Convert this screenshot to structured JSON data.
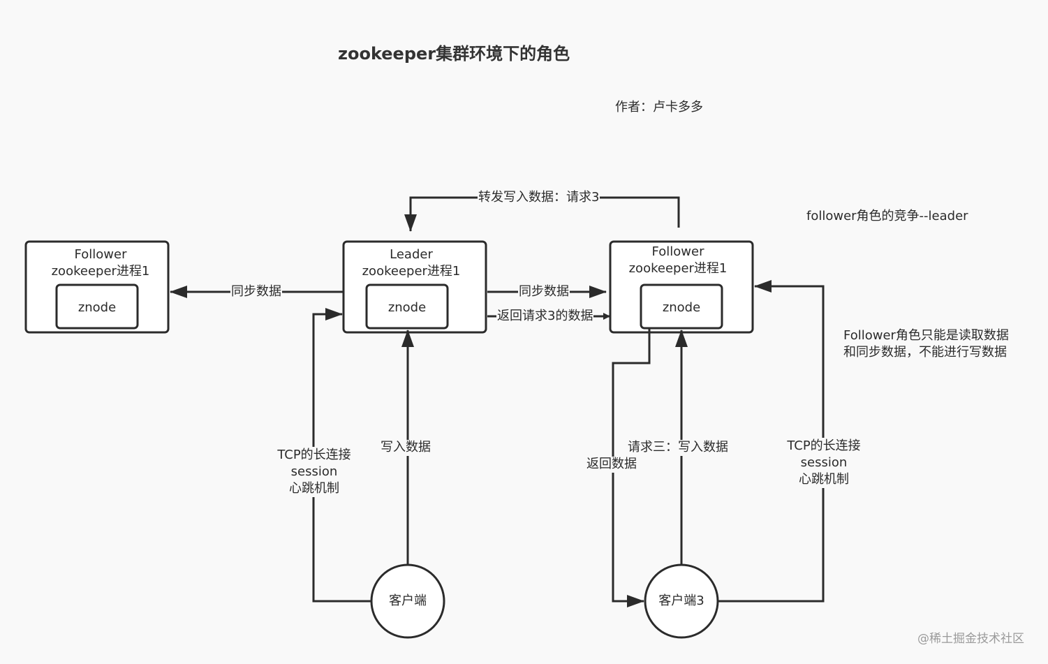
{
  "title": "zookeeper集群环境下的角色",
  "author": "作者：卢卡多多",
  "nodes": {
    "follower_left": {
      "role": "Follower",
      "process": "zookeeper进程1",
      "znode": "znode"
    },
    "leader": {
      "role": "Leader",
      "process": "zookeeper进程1",
      "znode": "znode"
    },
    "follower_right": {
      "role": "Follower",
      "process": "zookeeper进程1",
      "znode": "znode"
    },
    "client_left": {
      "label": "客户端"
    },
    "client_right": {
      "label": "客户端3"
    }
  },
  "edges": {
    "sync_left": "同步数据",
    "sync_right": "同步数据",
    "return_req3": "返回请求3的数据",
    "forward_write": "转发写入数据：请求3",
    "write_data": "写入数据",
    "request3_write": "请求三：写入数据",
    "return_data": "返回数据",
    "tcp_left": [
      "TCP的长连接",
      "session",
      "心跳机制"
    ],
    "tcp_right": [
      "TCP的长连接",
      "session",
      "心跳机制"
    ]
  },
  "notes": {
    "competition": "follower角色的竞争--leader",
    "follower_desc": [
      "Follower角色只能是读取数据",
      "和同步数据，不能进行写数据"
    ]
  },
  "watermark": "@稀土掘金技术社区"
}
